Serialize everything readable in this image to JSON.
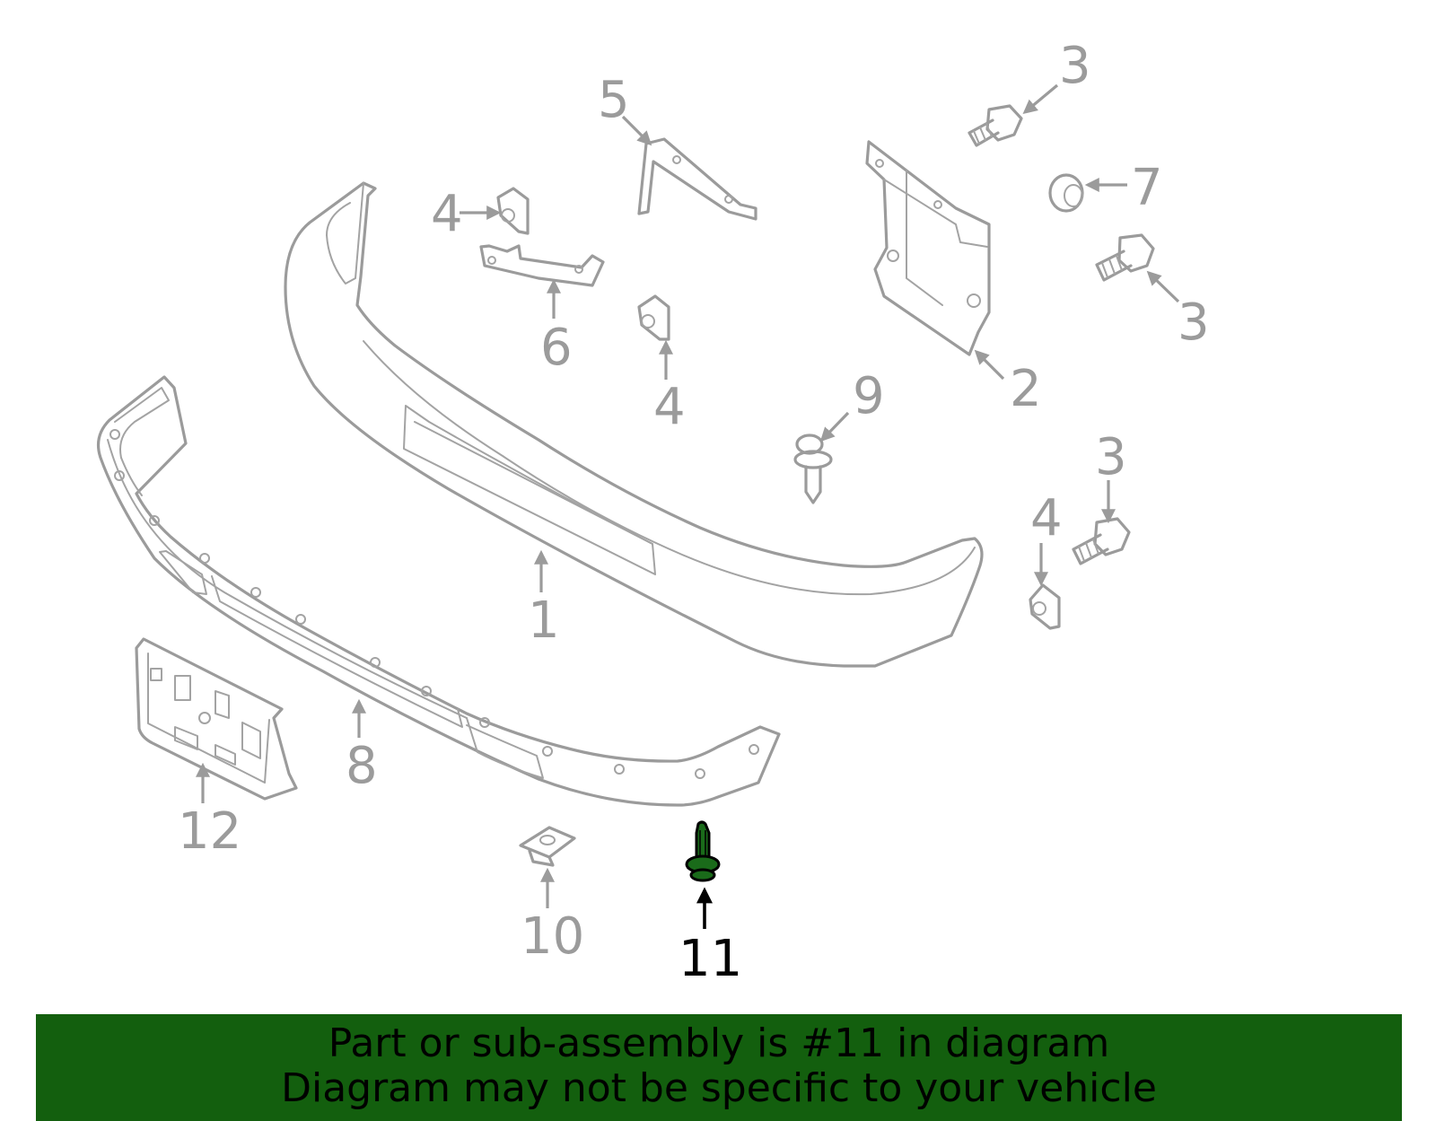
{
  "diagram": {
    "highlight_color": "#135f0e",
    "callouts": [
      {
        "id": "c1",
        "label": "1",
        "part": "bumper-cover"
      },
      {
        "id": "c2",
        "label": "2",
        "part": "mounting-bracket"
      },
      {
        "id": "c3a",
        "label": "3",
        "part": "bolt"
      },
      {
        "id": "c3b",
        "label": "3",
        "part": "bolt"
      },
      {
        "id": "c3c",
        "label": "3",
        "part": "bolt"
      },
      {
        "id": "c4a",
        "label": "4",
        "part": "clip-nut"
      },
      {
        "id": "c4b",
        "label": "4",
        "part": "clip-nut"
      },
      {
        "id": "c4c",
        "label": "4",
        "part": "clip-nut"
      },
      {
        "id": "c5",
        "label": "5",
        "part": "side-bracket"
      },
      {
        "id": "c6",
        "label": "6",
        "part": "reinforcement-bracket"
      },
      {
        "id": "c7",
        "label": "7",
        "part": "nut"
      },
      {
        "id": "c8",
        "label": "8",
        "part": "lower-valance"
      },
      {
        "id": "c9",
        "label": "9",
        "part": "push-retainer"
      },
      {
        "id": "c10",
        "label": "10",
        "part": "u-nut"
      },
      {
        "id": "c11",
        "label": "11",
        "part": "push-pin-rivet",
        "highlighted": true
      },
      {
        "id": "c12",
        "label": "12",
        "part": "license-plate-bracket"
      }
    ]
  },
  "footer": {
    "line1": "Part or sub-assembly is #11 in diagram",
    "line2": "Diagram may not be specific to your vehicle",
    "background": "#135f0e",
    "text_color": "#000000"
  }
}
